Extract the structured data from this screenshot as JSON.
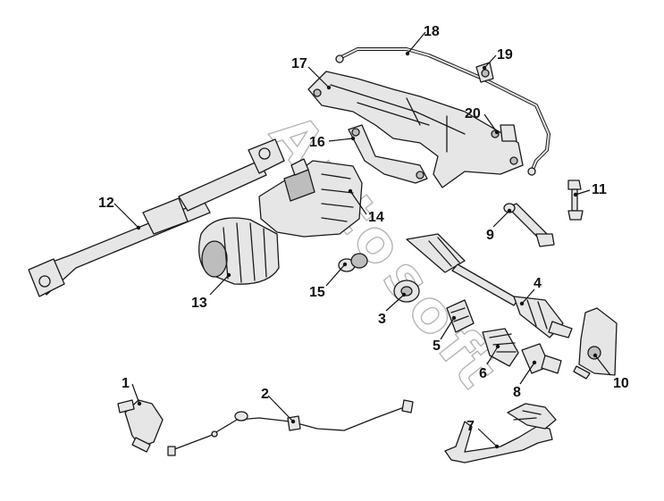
{
  "watermark": "Autosoft",
  "callouts": [
    "1",
    "2",
    "3",
    "4",
    "5",
    "6",
    "7",
    "8",
    "9",
    "10",
    "11",
    "12",
    "13",
    "14",
    "15",
    "16",
    "17",
    "18",
    "19",
    "20"
  ]
}
